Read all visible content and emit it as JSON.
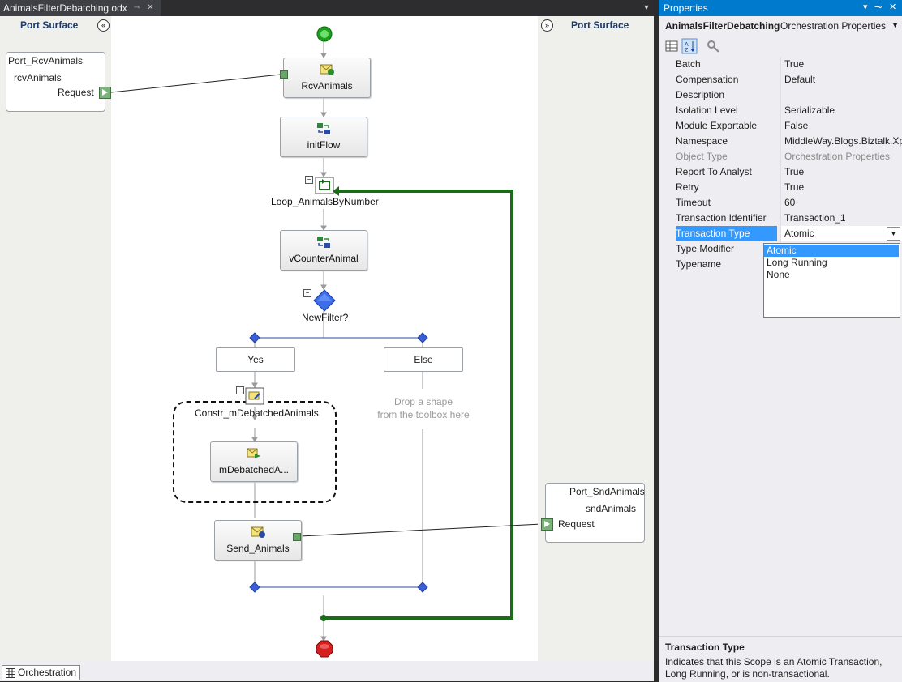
{
  "document_tab": {
    "title": "AnimalsFilterDebatching.odx"
  },
  "left_port_surface": {
    "title": "Port Surface",
    "port": {
      "name": "Port_RcvAnimals",
      "operation": "rcvAnimals",
      "message": "Request"
    }
  },
  "right_port_surface": {
    "title": "Port Surface",
    "port": {
      "name": "Port_SndAnimals",
      "operation": "sndAnimals",
      "message": "Request"
    }
  },
  "orchestration": {
    "receive_shape": "RcvAnimals",
    "init_shape": "initFlow",
    "loop_shape": "Loop_AnimalsByNumber",
    "counter_shape": "vCounterAnimal",
    "decide_shape": "NewFilter?",
    "branch_yes": "Yes",
    "branch_else": "Else",
    "drop_hint_line1": "Drop a shape",
    "drop_hint_line2": "from the toolbox here",
    "construct_shape": "Constr_mDebatchedAnimals",
    "transform_shape": "mDebatchedA...",
    "send_shape": "Send_Animals"
  },
  "bottom_tab": {
    "label": "Orchestration"
  },
  "properties": {
    "panel_title": "Properties",
    "object_name": "AnimalsFilterDebatching",
    "object_type": "Orchestration Properties",
    "rows": [
      {
        "name": "Batch",
        "value": "True"
      },
      {
        "name": "Compensation",
        "value": "Default"
      },
      {
        "name": "Description",
        "value": ""
      },
      {
        "name": "Isolation Level",
        "value": "Serializable"
      },
      {
        "name": "Module Exportable",
        "value": "False"
      },
      {
        "name": "Namespace",
        "value": "MiddleWay.Blogs.Biztalk.Xpa"
      },
      {
        "name": "Object Type",
        "value": "Orchestration Properties"
      },
      {
        "name": "Report To Analyst",
        "value": "True"
      },
      {
        "name": "Retry",
        "value": "True"
      },
      {
        "name": "Timeout",
        "value": "60"
      },
      {
        "name": "Transaction Identifier",
        "value": "Transaction_1"
      },
      {
        "name": "Transaction Type",
        "value": "Atomic"
      },
      {
        "name": "Type Modifier",
        "value": ""
      },
      {
        "name": "Typename",
        "value": ""
      }
    ],
    "dropdown_options": [
      "Atomic",
      "Long Running",
      "None"
    ],
    "description_title": "Transaction Type",
    "description_text": "Indicates that this Scope is an Atomic Transaction, Long Running, or is non-transactional."
  }
}
